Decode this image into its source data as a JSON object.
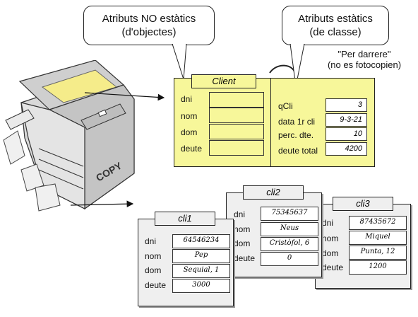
{
  "callouts": {
    "non_static": "Atributs NO estàtics\n(d'objectes)",
    "static": "Atributs estàtics\n(de classe)"
  },
  "note": "\"Per darrere\"\n(no es fotocopien)",
  "copier_label": "COPY",
  "class_box": {
    "name": "Client",
    "instance_attrs": [
      "dni",
      "nom",
      "dom",
      "deute"
    ],
    "static_attrs": [
      {
        "label": "qCli",
        "value": "3"
      },
      {
        "label": "data 1r cli",
        "value": "9-3-21"
      },
      {
        "label": "perc. dte.",
        "value": "10"
      },
      {
        "label": "deute total",
        "value": "4200"
      }
    ]
  },
  "objects": [
    {
      "name": "cli1",
      "attrs": [
        {
          "label": "dni",
          "value": "64546234"
        },
        {
          "label": "nom",
          "value": "Pep"
        },
        {
          "label": "dom",
          "value": "Sequial, 1"
        },
        {
          "label": "deute",
          "value": "3000"
        }
      ]
    },
    {
      "name": "cli2",
      "attrs": [
        {
          "label": "dni",
          "value": "75345637"
        },
        {
          "label": "nom",
          "value": "Neus"
        },
        {
          "label": "dom",
          "value": "Cristòfol, 6"
        },
        {
          "label": "deute",
          "value": "0"
        }
      ]
    },
    {
      "name": "cli3",
      "attrs": [
        {
          "label": "dni",
          "value": "87435672"
        },
        {
          "label": "nom",
          "value": "Miquel"
        },
        {
          "label": "dom",
          "value": "Punta, 12"
        },
        {
          "label": "deute",
          "value": "1200"
        }
      ]
    }
  ],
  "colors": {
    "class_fill": "#f7f79a",
    "object_fill": "#efefef"
  }
}
